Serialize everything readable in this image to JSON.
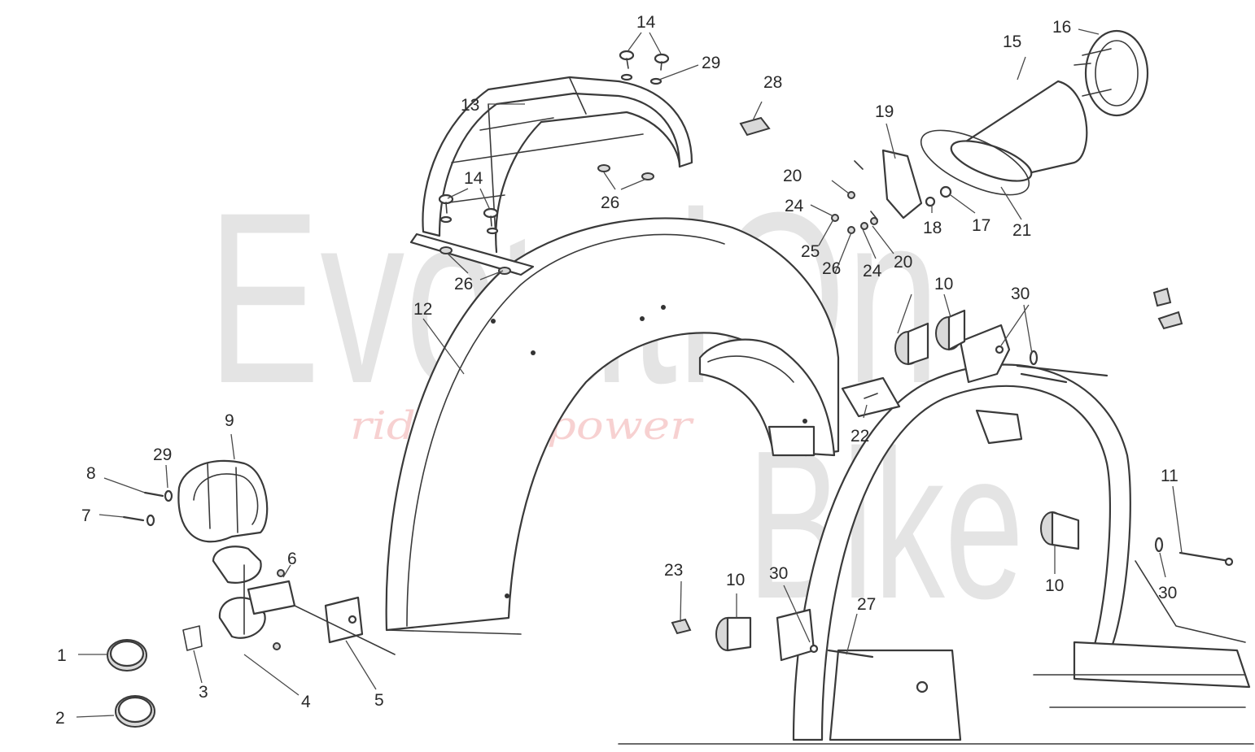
{
  "watermark": {
    "brand_line1": "EvolutiOn",
    "brand_line2": "Bike",
    "tagline": "ride the power"
  },
  "callouts": [
    {
      "num": "1"
    },
    {
      "num": "2"
    },
    {
      "num": "3"
    },
    {
      "num": "4"
    },
    {
      "num": "5"
    },
    {
      "num": "6"
    },
    {
      "num": "7"
    },
    {
      "num": "8"
    },
    {
      "num": "9"
    },
    {
      "num": "10"
    },
    {
      "num": "11"
    },
    {
      "num": "12"
    },
    {
      "num": "13"
    },
    {
      "num": "14"
    },
    {
      "num": "15"
    },
    {
      "num": "16"
    },
    {
      "num": "17"
    },
    {
      "num": "18"
    },
    {
      "num": "19"
    },
    {
      "num": "20"
    },
    {
      "num": "21"
    },
    {
      "num": "22"
    },
    {
      "num": "23"
    },
    {
      "num": "24"
    },
    {
      "num": "25"
    },
    {
      "num": "26"
    },
    {
      "num": "27"
    },
    {
      "num": "28"
    },
    {
      "num": "29"
    },
    {
      "num": "30"
    }
  ]
}
